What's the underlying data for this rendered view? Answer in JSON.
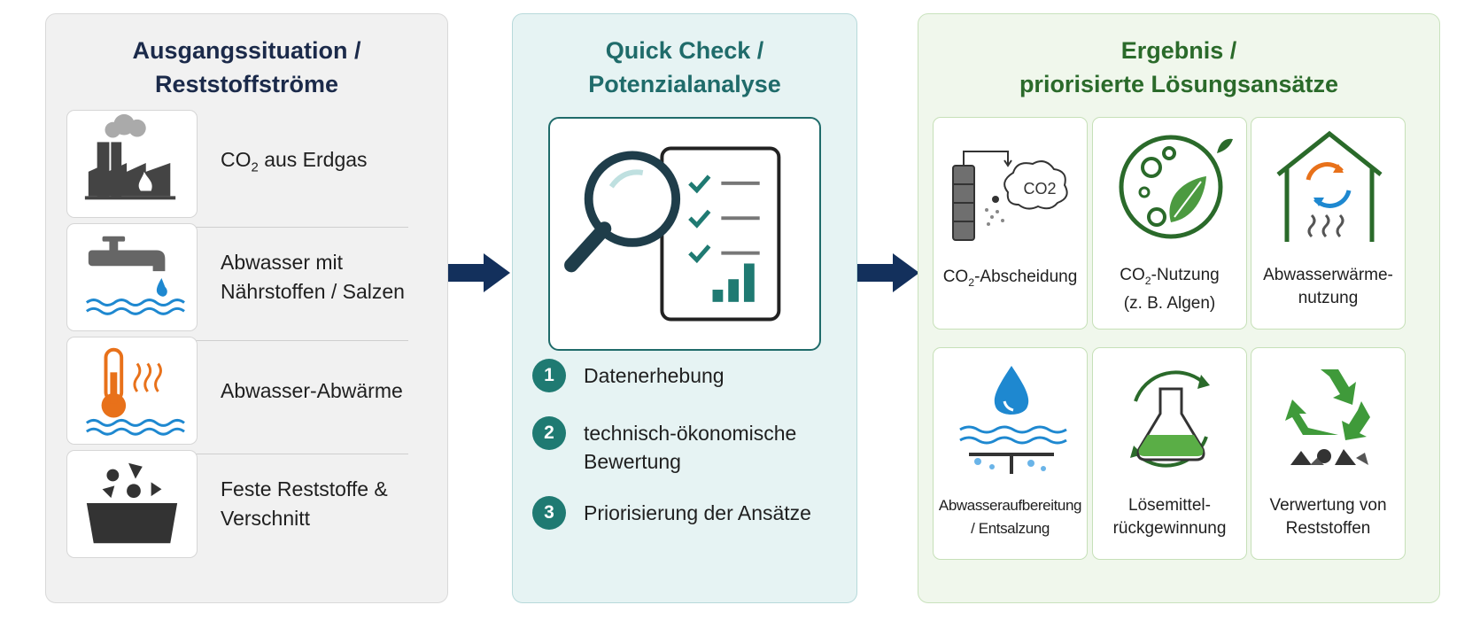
{
  "left_panel": {
    "title_line1": "Ausgangssituation /",
    "title_line2": "Reststoffströme",
    "items": [
      {
        "label_pre": "CO",
        "label_sub": "2",
        "label_post": " aus Erdgas",
        "icon": "factory-icon"
      },
      {
        "label": "Abwasser mit Nährstoffen / Salzen",
        "icon": "faucet-water-icon"
      },
      {
        "label": "Abwasser-Abwärme",
        "icon": "thermometer-heat-icon"
      },
      {
        "label": "Feste Reststoffe & Verschnitt",
        "icon": "solid-waste-bin-icon"
      }
    ]
  },
  "middle_panel": {
    "title_line1": "Quick Check /",
    "title_line2": "Potenzialanalyse",
    "icon": "magnifier-checklist-icon",
    "steps": [
      {
        "num": "1",
        "label": "Datenerhebung"
      },
      {
        "num": "2",
        "label": "technisch-ökonomische Bewertung"
      },
      {
        "num": "3",
        "label": "Priorisierung der Ansätze"
      }
    ]
  },
  "right_panel": {
    "title_line1": "Ergebnis /",
    "title_line2": "priorisierte Lösungsansätze",
    "cards": [
      {
        "label_pre": "CO",
        "label_sub": "2",
        "label_post": "-Abscheidung",
        "icon": "co2-capture-icon"
      },
      {
        "label_pre": "CO",
        "label_sub": "2",
        "label_post": "-Nutzung",
        "label_line2": "(z. B. Algen)",
        "icon": "algae-leaf-icon"
      },
      {
        "label": "Abwasserwärme-nutzung",
        "icon": "house-heat-recovery-icon"
      },
      {
        "label": "Abwasseraufbereitung / Entsalzung",
        "icon": "water-treatment-icon"
      },
      {
        "label": "Lösemittel-rückgewinnung",
        "icon": "flask-recycle-icon"
      },
      {
        "label": "Verwertung von Reststoffen",
        "icon": "recycle-icon"
      }
    ],
    "co2_badge": "CO2"
  },
  "colors": {
    "navy": "#1b2a4a",
    "teal": "#1f7a72",
    "green": "#2a6a2a",
    "water_blue": "#1e88d0",
    "heat_orange": "#e8711a"
  }
}
